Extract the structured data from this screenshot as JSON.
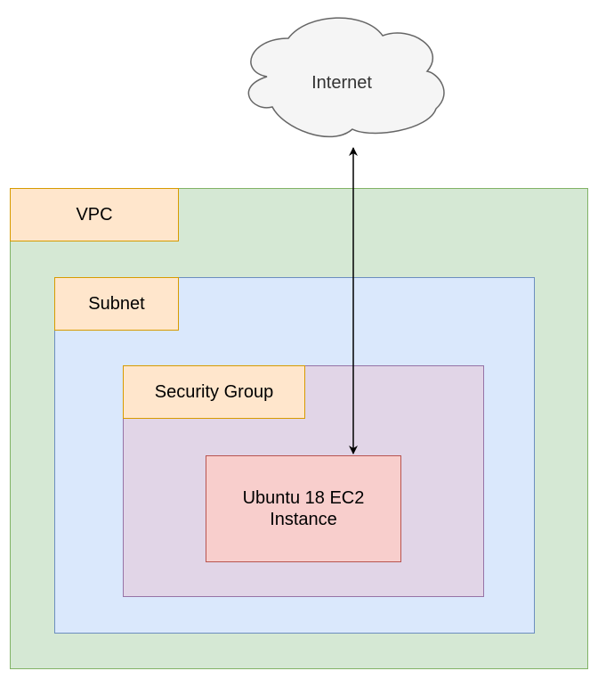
{
  "diagram": {
    "internet": {
      "label": "Internet",
      "fill_color": "#f5f5f5",
      "stroke_color": "#666666",
      "icon": "cloud-icon"
    },
    "vpc": {
      "label": "VPC",
      "fill_color": "#d5e8d4",
      "stroke_color": "#82b366"
    },
    "subnet": {
      "label": "Subnet",
      "fill_color": "#dae8fc",
      "stroke_color": "#6c8ebf"
    },
    "security_group": {
      "label": "Security Group",
      "fill_color": "#e1d5e7",
      "stroke_color": "#9673a6"
    },
    "instance": {
      "label": "Ubuntu 18 EC2\nInstance",
      "fill_color": "#f8cecc",
      "stroke_color": "#b85450"
    },
    "label_style": {
      "fill_color": "#ffe6cc",
      "stroke_color": "#d79b00"
    },
    "edges": [
      {
        "from": "internet",
        "to": "instance",
        "direction": "bidirectional"
      }
    ]
  }
}
